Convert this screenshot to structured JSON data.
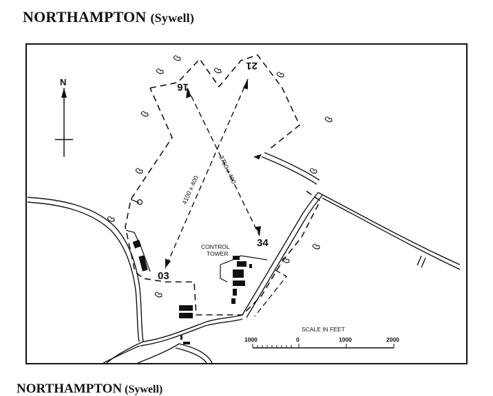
{
  "title": {
    "main": "NORTHAMPTON",
    "sub": "(Sywell)"
  },
  "map": {
    "north_label": "N",
    "runways": [
      {
        "end_label": "16",
        "opposite_end_label": "34",
        "dimensions": "3750 x 400"
      },
      {
        "end_label": "21",
        "opposite_end_label": "03",
        "dimensions": "4100 x 400"
      }
    ],
    "control_tower_lines": [
      "CONTROL",
      "TOWER"
    ],
    "scale": {
      "title": "SCALE IN FEET",
      "ticks": [
        "1000",
        "0",
        "1000",
        "2000"
      ]
    }
  },
  "bottom_caption": {
    "main": "NORTHAMPTON",
    "sub": "(Sywell)"
  }
}
